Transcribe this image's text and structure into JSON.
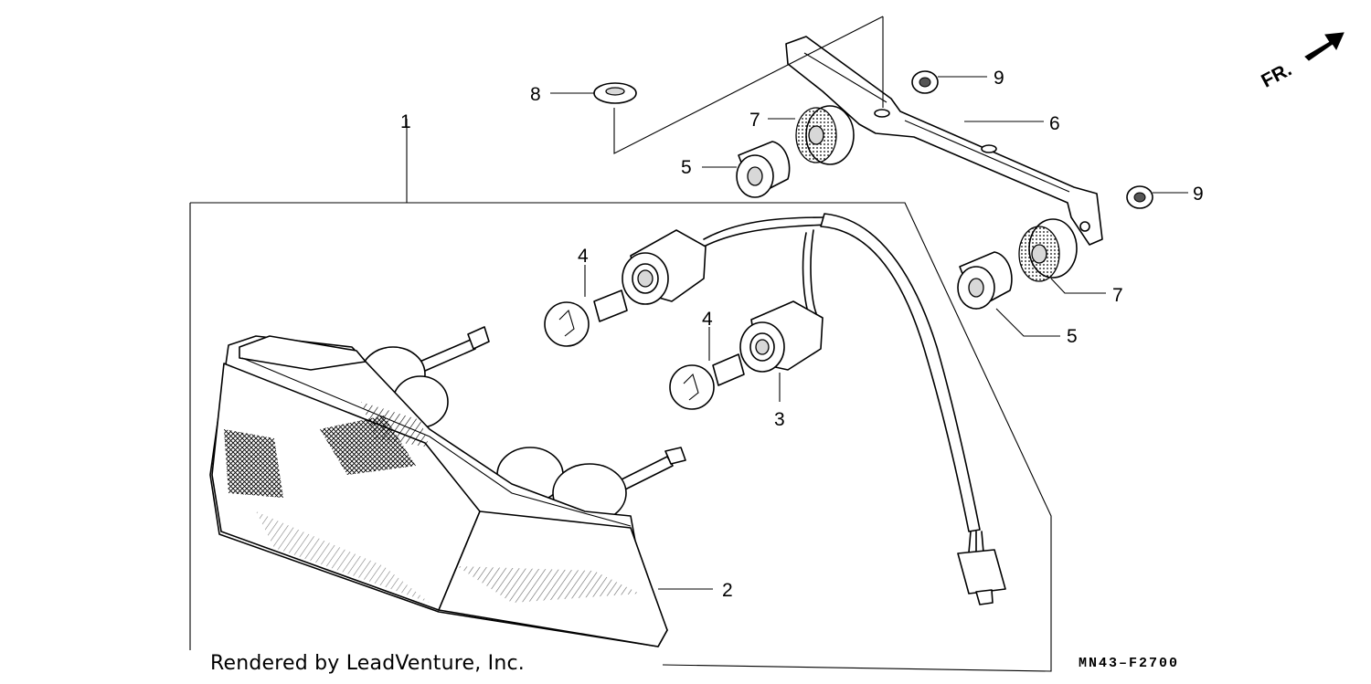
{
  "direction_marker": "FR.",
  "callouts": {
    "tail_light_assembly": "1",
    "lens": "2",
    "socket": "3",
    "bulb_upper": "4",
    "bulb_lower": "4",
    "collar_upper": "5",
    "collar_lower": "5",
    "stay": "6",
    "grommet_upper": "7",
    "grommet_lower": "7",
    "grommet_top": "8",
    "nut_upper": "9",
    "nut_lower": "9"
  },
  "footer": {
    "credit": "Rendered by LeadVenture, Inc.",
    "diagram_code": "MN43–F2700"
  },
  "colors": {
    "line": "#000000",
    "background": "#ffffff"
  }
}
